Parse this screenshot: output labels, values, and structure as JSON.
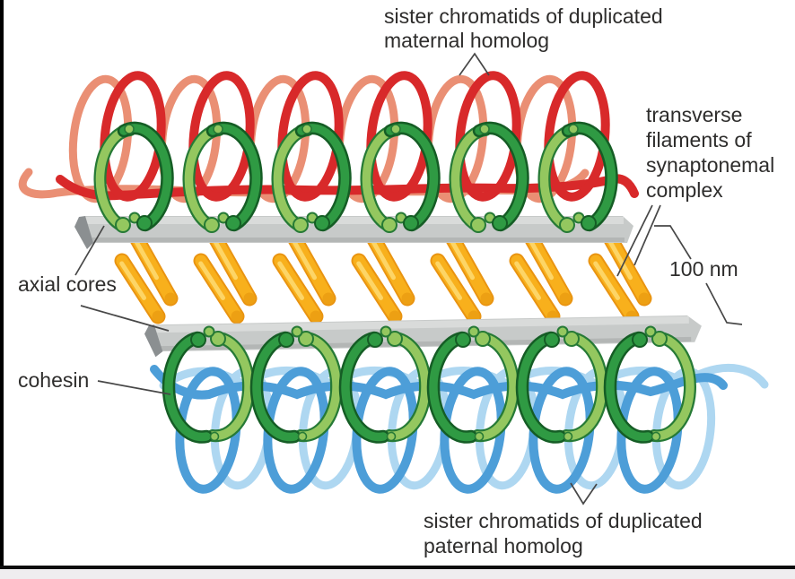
{
  "figure": {
    "labels": {
      "maternal": {
        "lines": [
          "sister chromatids of duplicated",
          "maternal homolog"
        ]
      },
      "transverse": {
        "lines": [
          "transverse",
          "filaments of",
          "synaptonemal",
          "complex"
        ]
      },
      "scale": {
        "text": "100 nm"
      },
      "axial": {
        "text": "axial cores"
      },
      "cohesin": {
        "text": "cohesin"
      },
      "paternal": {
        "lines": [
          "sister chromatids of duplicated",
          "paternal homolog"
        ]
      }
    },
    "palette": {
      "red": "#d8292a",
      "salmon": "#ea8f74",
      "blue": "#4d9ed8",
      "blue_light": "#aed7f1",
      "green_dark": "#2f9a43",
      "green_dark_edge": "#155d25",
      "green_light": "#94c75f",
      "green_light_edge": "#267a36",
      "rod_main": "#f8b01c",
      "rod_hi": "#fdd566",
      "rod_edge": "#e99411",
      "rod_cap": "#eda013",
      "bar": "#c7cac9",
      "bar_hi": "#d9dbda",
      "bar_shade": "#b3b6b5",
      "bar_dark": "#8b8f91",
      "leader_line": "#474747",
      "text": "#2e2d2c",
      "frame_left": "#000000",
      "frame_bottom_line": "#0c0c0c",
      "frame_strip": "#efedef"
    },
    "structure": {
      "top_rings_x": [
        148,
        247,
        346,
        445,
        544,
        643
      ],
      "bottom_rings_x": [
        232,
        330,
        429,
        527,
        626,
        724
      ],
      "rod_pairs_x": [
        150,
        238,
        326,
        414,
        502,
        590,
        678
      ],
      "salmon_loops_x": [
        112,
        211,
        310,
        409,
        508,
        607
      ],
      "red_loops_x": [
        148,
        247,
        346,
        445,
        544,
        643
      ],
      "blue_loops_x": [
        232,
        330,
        429,
        527,
        626,
        724
      ],
      "lightblue_loops_x": [
        270,
        368,
        467,
        565,
        664,
        762
      ]
    }
  }
}
